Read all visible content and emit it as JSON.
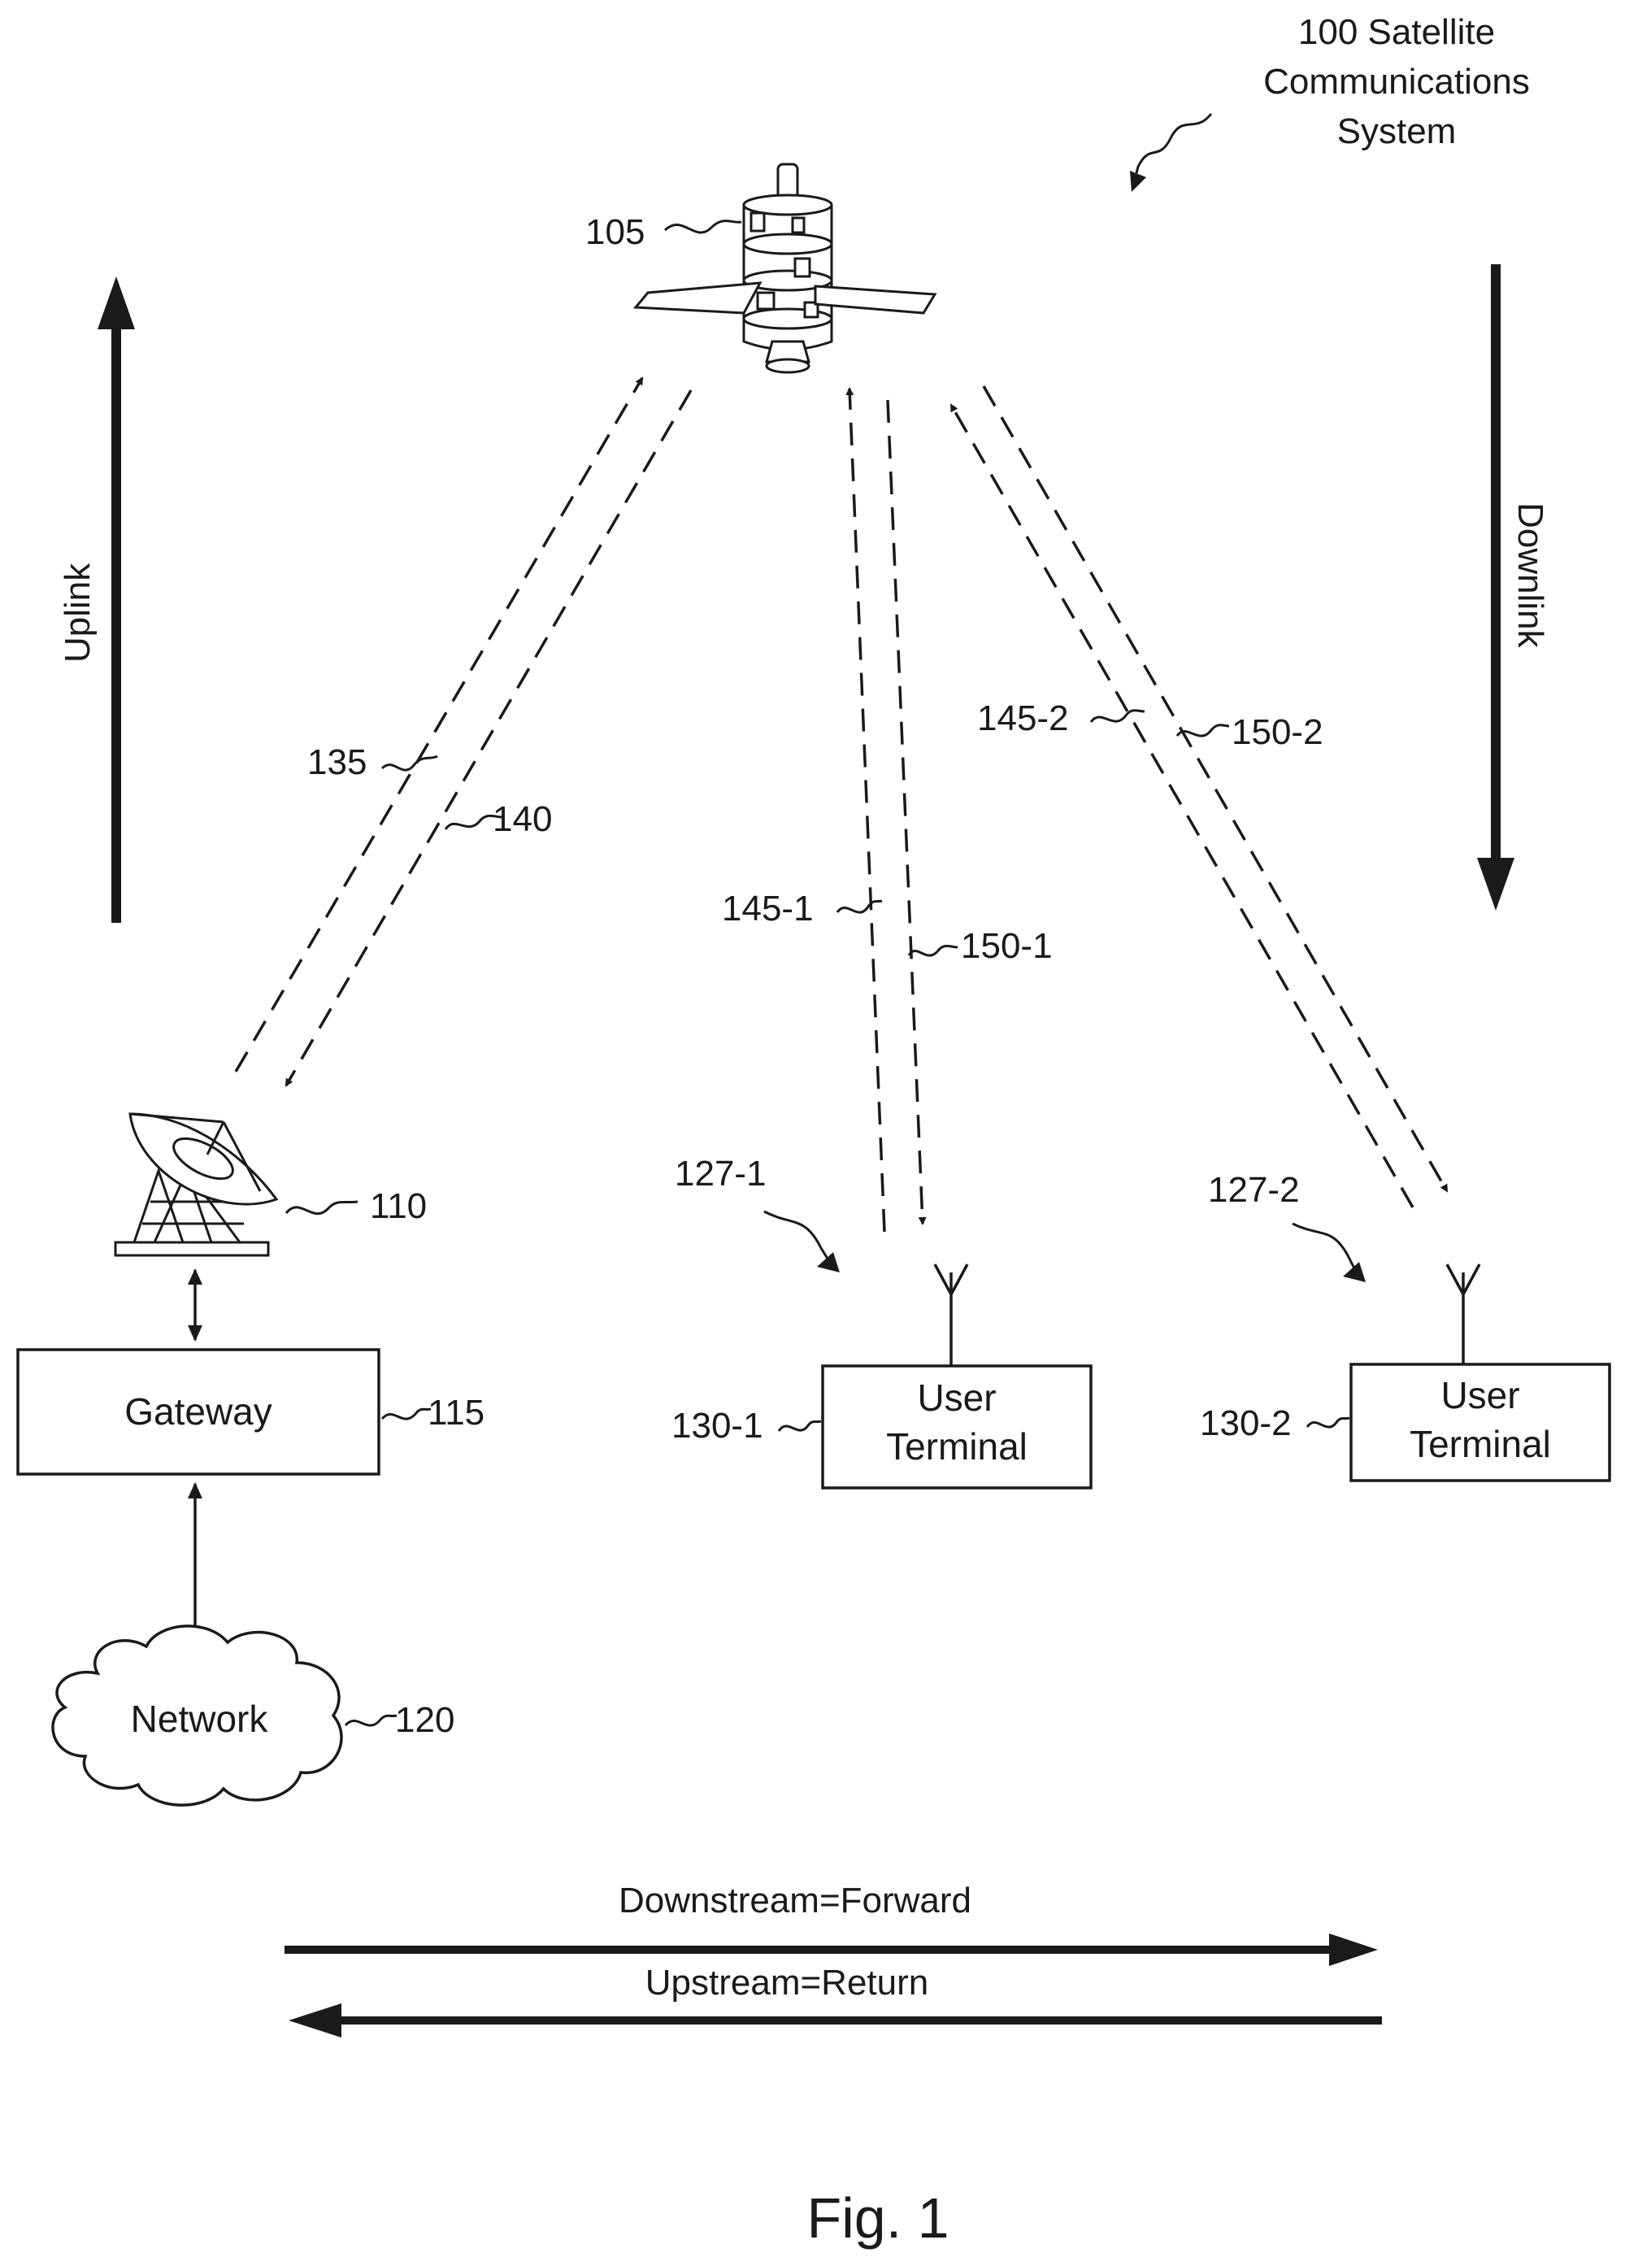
{
  "system_title": [
    "100 Satellite",
    "Communications",
    "System"
  ],
  "labels": {
    "satellite_ref": "105",
    "gateway_antenna_ref": "110",
    "gateway_ref": "115",
    "network_ref": "120",
    "ut1_antenna_ref": "127-1",
    "ut2_antenna_ref": "127-2",
    "ut1_ref": "130-1",
    "ut2_ref": "130-2",
    "link_135": "135",
    "link_140": "140",
    "link_145_1": "145-1",
    "link_150_1": "150-1",
    "link_145_2": "145-2",
    "link_150_2": "150-2"
  },
  "boxes": {
    "gateway": "Gateway",
    "network": "Network",
    "ut1_line1": "User",
    "ut1_line2": "Terminal",
    "ut2_line1": "User",
    "ut2_line2": "Terminal"
  },
  "arrows": {
    "uplink": "Uplink",
    "downlink": "Downlink",
    "downstream": "Downstream=Forward",
    "upstream": "Upstream=Return"
  },
  "figure_label": "Fig. 1"
}
